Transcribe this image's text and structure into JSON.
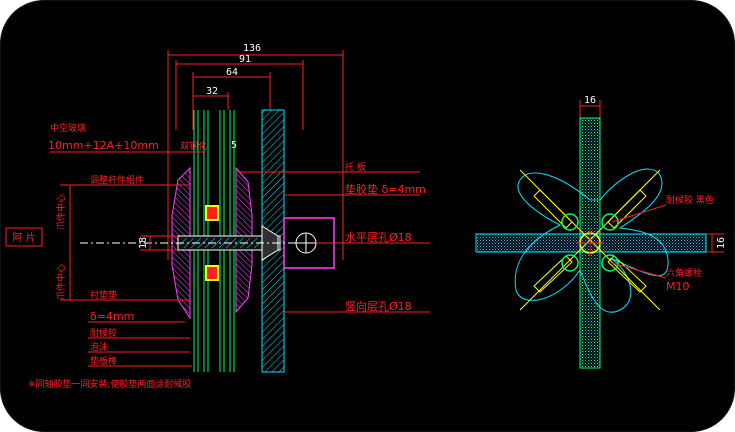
{
  "dimensions": {
    "d136": "136",
    "d91": "91",
    "d64": "64",
    "d32": "32",
    "d16_top": "16",
    "d16_right": "16",
    "d18_left": "18",
    "d5": "5"
  },
  "labels": {
    "glass_title": "中空玻璃",
    "glass_spec": "10mm+12A+10mm",
    "glass_spec_suffix": "双钢化",
    "left_bracket": "调整杆件组件",
    "side_label_left": "阿 片",
    "vertical_upper": "爪件中心",
    "vertical_lower": "爪件中心",
    "pad_label": "衬垫垫",
    "pad_thickness": "δ=4mm",
    "sealant": "耐候胶",
    "foam": "泡沫",
    "backer": "垫板棒",
    "steel_plate": "托 板",
    "washer": "垫胶垫 δ=4mm",
    "horiz_hole": "水平层孔Ø18",
    "vert_hole": "竖向层孔Ø18",
    "right_sealant": "耐候胶 黑色",
    "hex_bolt": "六角螺栓",
    "hex_size": "M10",
    "footnote": "※同轴胶垫一同安装,使胶垫两面涂耐候胶"
  },
  "colors": {
    "background": "#000000",
    "red": "#ff2020",
    "cyan": "#00e5ff",
    "green": "#00ff66",
    "magenta": "#ff40ff",
    "yellow": "#ffff00",
    "white": "#ffffff",
    "blue": "#4080ff"
  }
}
